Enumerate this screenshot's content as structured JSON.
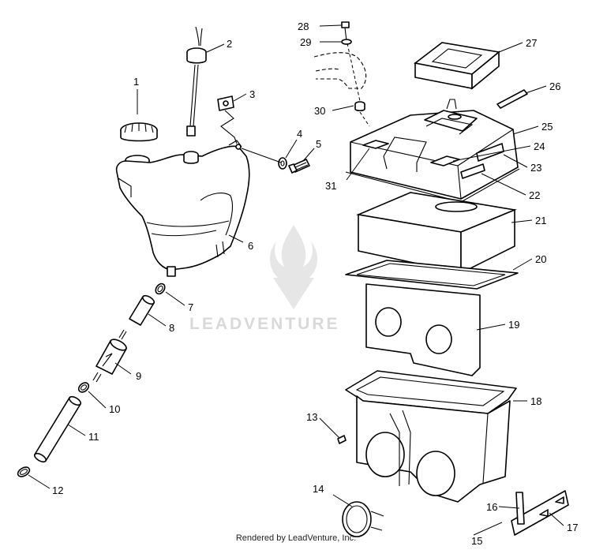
{
  "watermark": {
    "brand": "LEADVENTURE",
    "color": "#d9d9d9"
  },
  "footer": {
    "credit": "Rendered by LeadVenture, Inc."
  },
  "callouts": [
    {
      "id": "1",
      "part": "fuel-cap"
    },
    {
      "id": "2",
      "part": "fuel-gauge-sender"
    },
    {
      "id": "3",
      "part": "mounting-bracket"
    },
    {
      "id": "4",
      "part": "washer"
    },
    {
      "id": "5",
      "part": "bolt"
    },
    {
      "id": "6",
      "part": "fuel-tank"
    },
    {
      "id": "7",
      "part": "hose-clamp"
    },
    {
      "id": "8",
      "part": "fuel-line"
    },
    {
      "id": "9",
      "part": "fuel-filter"
    },
    {
      "id": "10",
      "part": "hose-clamp"
    },
    {
      "id": "11",
      "part": "fuel-line"
    },
    {
      "id": "12",
      "part": "hose-clamp"
    },
    {
      "id": "13",
      "part": "screw"
    },
    {
      "id": "14",
      "part": "boot"
    },
    {
      "id": "15",
      "part": "bracket-assembly"
    },
    {
      "id": "16",
      "part": "strap"
    },
    {
      "id": "17",
      "part": "bracket"
    },
    {
      "id": "18",
      "part": "air-box"
    },
    {
      "id": "19",
      "part": "plate"
    },
    {
      "id": "20",
      "part": "gasket"
    },
    {
      "id": "21",
      "part": "air-filter-element"
    },
    {
      "id": "22",
      "part": "decal"
    },
    {
      "id": "23",
      "part": "decal"
    },
    {
      "id": "24",
      "part": "decal"
    },
    {
      "id": "25",
      "part": "air-box-cover"
    },
    {
      "id": "26",
      "part": "strip"
    },
    {
      "id": "27",
      "part": "foam-pad"
    },
    {
      "id": "28",
      "part": "screw"
    },
    {
      "id": "29",
      "part": "washer"
    },
    {
      "id": "30",
      "part": "grommet"
    },
    {
      "id": "31",
      "part": "decal"
    }
  ]
}
